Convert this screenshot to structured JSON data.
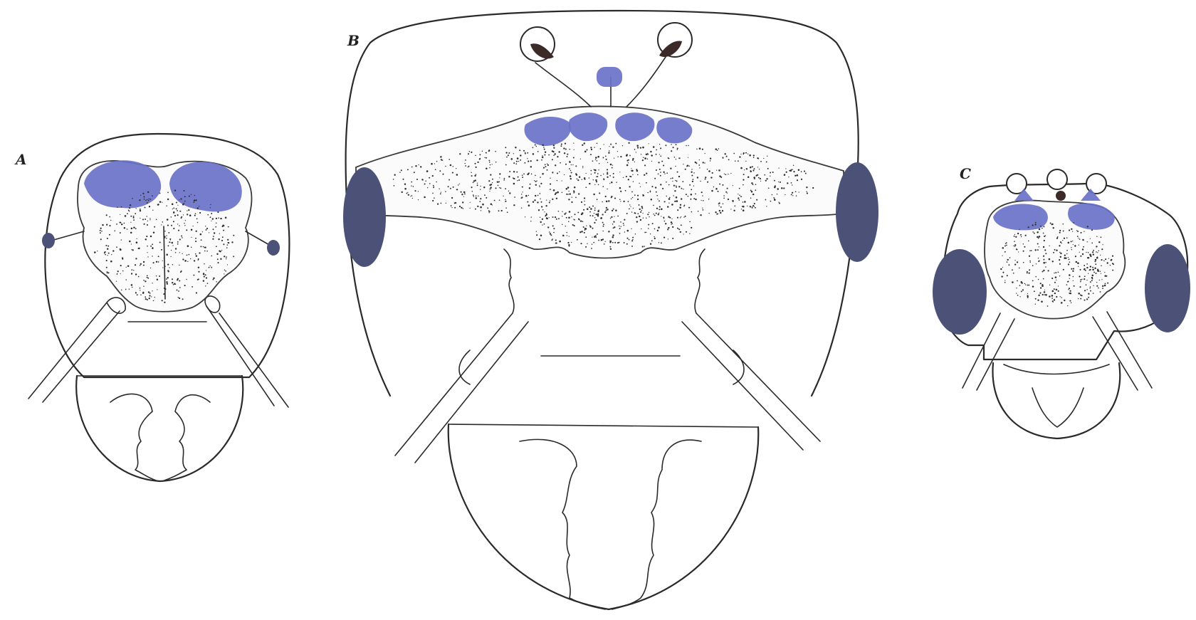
{
  "panels": [
    {
      "label": "A"
    },
    {
      "label": "B"
    },
    {
      "label": "C"
    }
  ],
  "colors": {
    "mushroom_body": "#6a72c8",
    "compound_eye": "#4c5178",
    "outline": "#2a2a2a",
    "stipple": "#2f2f2f"
  }
}
